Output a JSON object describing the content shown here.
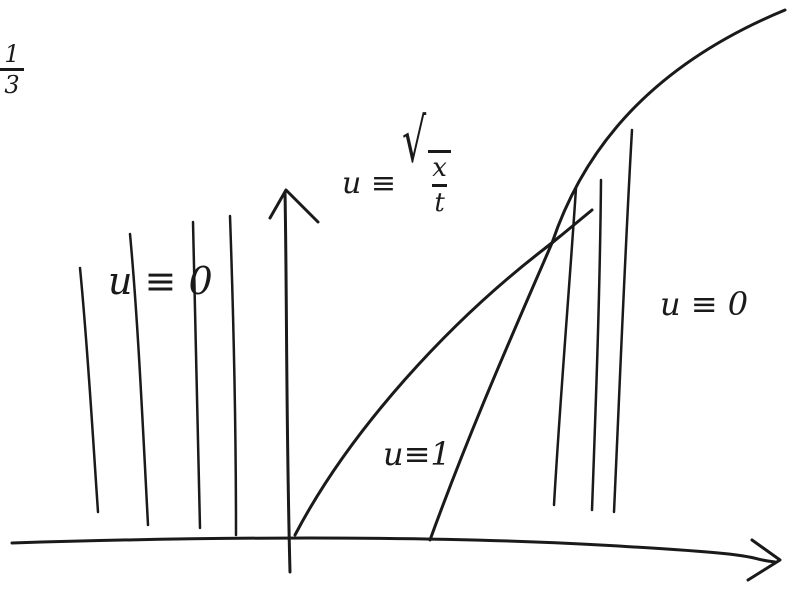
{
  "corner_fraction": {
    "numerator": "1",
    "denominator": "3"
  },
  "labels": {
    "left_region": "u ≡ 0",
    "right_region": "u ≡ 0",
    "middle_region": "u≡1",
    "rarefaction_prefix": "u ≡",
    "rarefaction_num": "x",
    "rarefaction_den": "t"
  }
}
